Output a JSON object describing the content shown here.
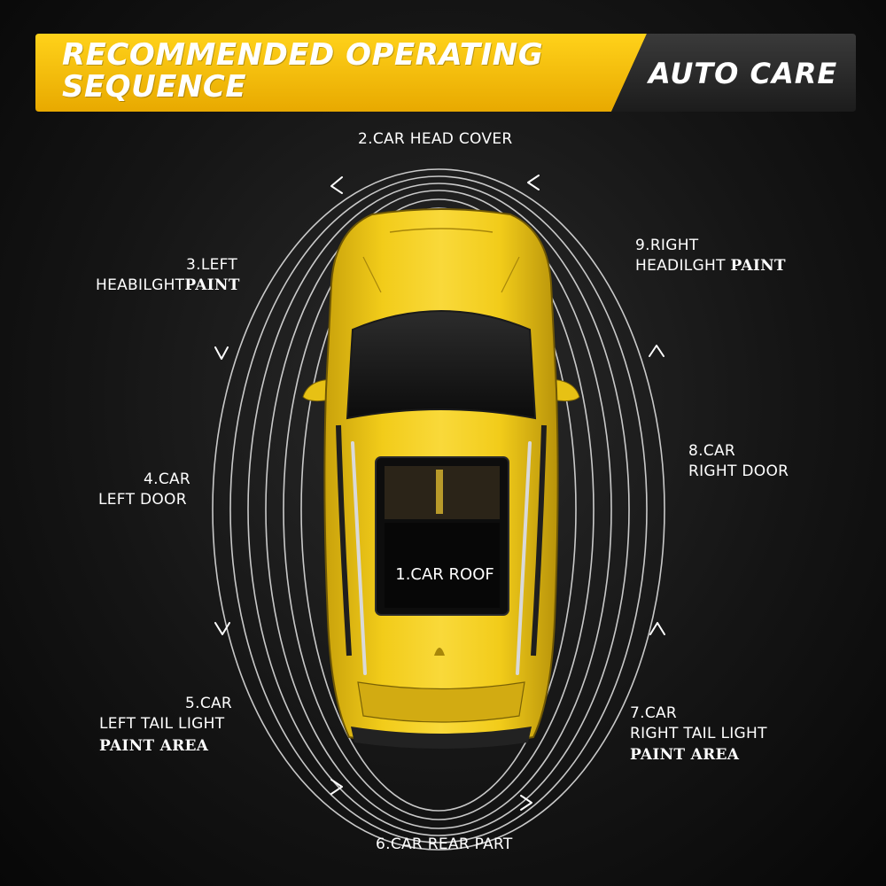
{
  "banner": {
    "title_line1": "RECOMMENDED OPERATING",
    "title_line2": "SEQUENCE",
    "brand": "AUTO CARE",
    "accent_color": "#f4c21a"
  },
  "steps": {
    "roof": "1.CAR ROOF",
    "head_cover": "2.CAR HEAD COVER",
    "left_headlight_a": "3.LEFT",
    "left_headlight_b": "HEABILGHT",
    "left_headlight_c": "PAINT",
    "left_door_a": "4.CAR",
    "left_door_b": "LEFT DOOR",
    "left_tail_a": "5.CAR",
    "left_tail_b": "LEFT TAIL LIGHT",
    "left_tail_c": "PAINT AREA",
    "rear": "6.CAR REAR PART",
    "right_tail_a": "7.CAR",
    "right_tail_b": "RIGHT TAIL LIGHT",
    "right_tail_c": "PAINT AREA",
    "right_door_a": "8.CAR",
    "right_door_b": "RIGHT DOOR",
    "right_headlight_a": "9.RIGHT",
    "right_headlight_b": "HEADILGHT",
    "right_headlight_c": "PAINT"
  },
  "icons": {
    "arrows": "chevron-arrow-icon",
    "car": "car-top-view-icon"
  }
}
